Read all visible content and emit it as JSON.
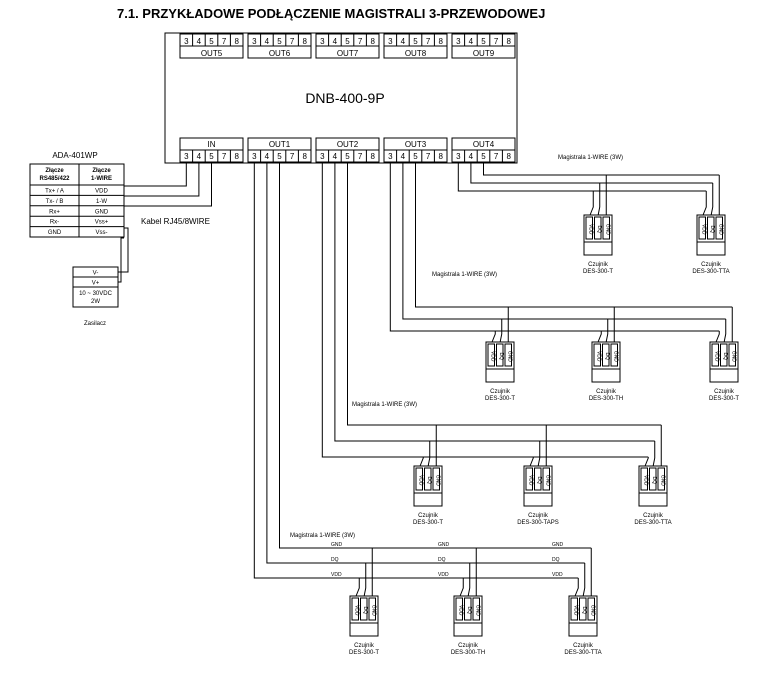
{
  "title": "7.1. PRZYKŁADOWE PODŁĄCZENIE MAGISTRALI 3-PRZEWODOWEJ",
  "hub": {
    "name": "DNB-400-9P",
    "pins": [
      "3",
      "4",
      "5",
      "7",
      "8"
    ],
    "top_ports": [
      "OUT5",
      "OUT6",
      "OUT7",
      "OUT8",
      "OUT9"
    ],
    "bottom_ports": [
      "IN",
      "OUT1",
      "OUT2",
      "OUT3",
      "OUT4"
    ]
  },
  "converter": {
    "name": "ADA-401WP",
    "col1_header": [
      "Złącze",
      "RS485/422"
    ],
    "col2_header": [
      "Złącze",
      "1-WIRE"
    ],
    "rows": [
      [
        "Tx+ / A",
        "VDD"
      ],
      [
        "Tx- / B",
        "1-W"
      ],
      [
        "Rx+",
        "GND"
      ],
      [
        "Rx-",
        "Vss+"
      ],
      [
        "GND",
        "Vss-"
      ]
    ]
  },
  "cable_label": "Kabel RJ45/8WIRE",
  "psu": {
    "rows": [
      "V-",
      "V+",
      "10 ~ 30VDC",
      "2W"
    ],
    "label": "Zasilacz"
  },
  "bus_label": "Magistrala 1-WIRE (3W)",
  "sensor_pins": [
    "VDD",
    "DQ",
    "GND"
  ],
  "sensor_word": "Czujnik",
  "bus_wire_labels": [
    "GND",
    "DQ",
    "VDD"
  ],
  "buses": [
    {
      "port": "OUT4",
      "sensors": [
        "DES-300-T",
        "DES-300-TTA"
      ]
    },
    {
      "port": "OUT3",
      "sensors": [
        "DES-300-T",
        "DES-300-TH",
        "DES-300-T"
      ]
    },
    {
      "port": "OUT2",
      "sensors": [
        "DES-300-T",
        "DES-300-TAPS",
        "DES-300-TTA"
      ]
    },
    {
      "port": "OUT1",
      "sensors": [
        "DES-300-T",
        "DES-300-TH",
        "DES-300-TTA"
      ]
    }
  ]
}
